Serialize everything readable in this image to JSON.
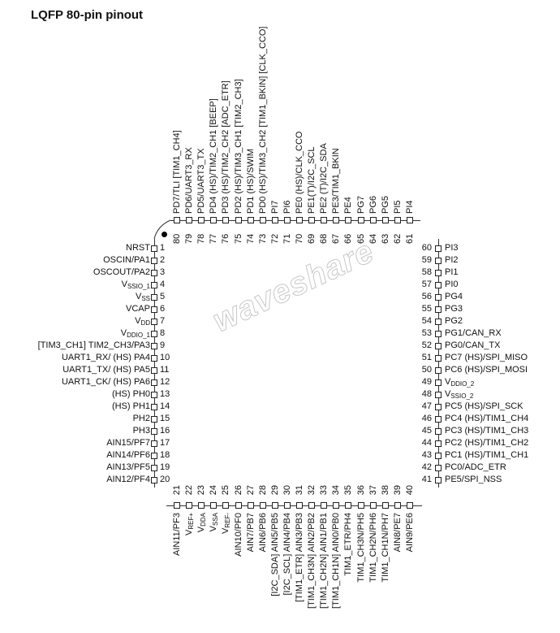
{
  "title": "LQFP 80-pin pinout",
  "watermark": "waveshare",
  "left_pins": [
    {
      "num": "1",
      "text": "NRST"
    },
    {
      "num": "2",
      "text": "OSCIN/PA1"
    },
    {
      "num": "3",
      "text": "OSCOUT/PA2"
    },
    {
      "num": "4",
      "text": "V",
      "sub": "SSIO_1"
    },
    {
      "num": "5",
      "text": "V",
      "sub": "SS"
    },
    {
      "num": "6",
      "text": "VCAP"
    },
    {
      "num": "7",
      "text": "V",
      "sub": "DD"
    },
    {
      "num": "8",
      "text": "V",
      "sub": "DDIO_1"
    },
    {
      "num": "9",
      "text": "[TIM3_CH1] TIM2_CH3/PA3"
    },
    {
      "num": "10",
      "text": "UART1_RX/ (HS) PA4"
    },
    {
      "num": "11",
      "text": "UART1_TX/ (HS) PA5"
    },
    {
      "num": "12",
      "text": "UART1_CK/ (HS) PA6"
    },
    {
      "num": "13",
      "text": "(HS) PH0"
    },
    {
      "num": "14",
      "text": "(HS) PH1"
    },
    {
      "num": "15",
      "text": "PH2"
    },
    {
      "num": "16",
      "text": "PH3"
    },
    {
      "num": "17",
      "text": "AIN15/PF7"
    },
    {
      "num": "18",
      "text": "AIN14/PF6"
    },
    {
      "num": "19",
      "text": "AIN13/PF5"
    },
    {
      "num": "20",
      "text": "AIN12/PF4"
    }
  ],
  "bottom_pins": [
    {
      "num": "21",
      "text": "AIN11/PF3"
    },
    {
      "num": "22",
      "text": "V",
      "sub": "REF+"
    },
    {
      "num": "23",
      "text": "V",
      "sub": "DDA"
    },
    {
      "num": "24",
      "text": "V",
      "sub": "SSA"
    },
    {
      "num": "25",
      "text": "V",
      "sub": "REF-"
    },
    {
      "num": "26",
      "text": "AIN10/PF0"
    },
    {
      "num": "27",
      "text": "AIN7/PB7"
    },
    {
      "num": "28",
      "text": "AIN6/PB6"
    },
    {
      "num": "29",
      "text": "[I2C_SDA] AIN5/PB5"
    },
    {
      "num": "30",
      "text": "[I2C_SCL] AIN4/PB4"
    },
    {
      "num": "31",
      "text": "[TIM1_ETR] AIN3/PB3"
    },
    {
      "num": "32",
      "text": "[TIM1_CH3N] AIN2/PB2"
    },
    {
      "num": "33",
      "text": "[TIM1_CH2N] AIN1/PB1"
    },
    {
      "num": "34",
      "text": "[TIM1_CH1N] AIN0/PB0"
    },
    {
      "num": "35",
      "text": "TIM1_ETR/PH4"
    },
    {
      "num": "36",
      "text": "TIM1_CH3N/PH5"
    },
    {
      "num": "37",
      "text": "TIM1_CH2N/PH6"
    },
    {
      "num": "38",
      "text": "TIM1_CH1N/PH7"
    },
    {
      "num": "39",
      "text": "AIN8/PE7"
    },
    {
      "num": "40",
      "text": "AIN9/PE6"
    }
  ],
  "right_pins": [
    {
      "num": "60",
      "text": "PI3"
    },
    {
      "num": "59",
      "text": "PI2"
    },
    {
      "num": "58",
      "text": "PI1"
    },
    {
      "num": "57",
      "text": "PI0"
    },
    {
      "num": "56",
      "text": "PG4"
    },
    {
      "num": "55",
      "text": "PG3"
    },
    {
      "num": "54",
      "text": "PG2"
    },
    {
      "num": "53",
      "text": "PG1/CAN_RX"
    },
    {
      "num": "52",
      "text": "PG0/CAN_TX"
    },
    {
      "num": "51",
      "text": "PC7 (HS)/SPI_MISO"
    },
    {
      "num": "50",
      "text": "PC6 (HS)/SPI_MOSI"
    },
    {
      "num": "49",
      "text": "V",
      "sub": "DDIO_2"
    },
    {
      "num": "48",
      "text": "V",
      "sub": "SSIO_2"
    },
    {
      "num": "47",
      "text": "PC5 (HS)/SPI_SCK"
    },
    {
      "num": "46",
      "text": "PC4 (HS)/TIM1_CH4"
    },
    {
      "num": "45",
      "text": "PC3 (HS)/TIM1_CH3"
    },
    {
      "num": "44",
      "text": "PC2 (HS)/TIM1_CH2"
    },
    {
      "num": "43",
      "text": "PC1 (HS)/TIM1_CH1"
    },
    {
      "num": "42",
      "text": "PC0/ADC_ETR"
    },
    {
      "num": "41",
      "text": "PE5/SPI_NSS"
    }
  ],
  "top_pins": [
    {
      "num": "80",
      "text": "PD7/TLI [TIM1_CH4]"
    },
    {
      "num": "79",
      "text": "PD6/UART3_RX"
    },
    {
      "num": "78",
      "text": "PD5/UART3_TX"
    },
    {
      "num": "77",
      "text": "PD4 (HS)/TIM2_CH1 [BEEP]"
    },
    {
      "num": "76",
      "text": "PD3 (HS)/TIM2_CH2 [ADC_ETR]"
    },
    {
      "num": "75",
      "text": "PD2 (HS)/TIM3_CH1 [TIM2_CH3]"
    },
    {
      "num": "74",
      "text": "PD1 (HS)/SWIM"
    },
    {
      "num": "73",
      "text": "PD0 (HS)/TIM3_CH2 [TIM1_BKIN] [CLK_CCO]"
    },
    {
      "num": "72",
      "text": "PI7"
    },
    {
      "num": "71",
      "text": "PI6"
    },
    {
      "num": "70",
      "text": "PE0 (HS)/CLK_CCO"
    },
    {
      "num": "69",
      "text": "PE1(T)/I2C_SCL"
    },
    {
      "num": "68",
      "text": "PE2 (T)/I2C_SDA"
    },
    {
      "num": "67",
      "text": "PE3/TIM1_BKIN"
    },
    {
      "num": "66",
      "text": "PE4"
    },
    {
      "num": "65",
      "text": "PG7"
    },
    {
      "num": "64",
      "text": "PG6"
    },
    {
      "num": "63",
      "text": "PG5"
    },
    {
      "num": "62",
      "text": "PI5"
    },
    {
      "num": "61",
      "text": "PI4"
    }
  ]
}
